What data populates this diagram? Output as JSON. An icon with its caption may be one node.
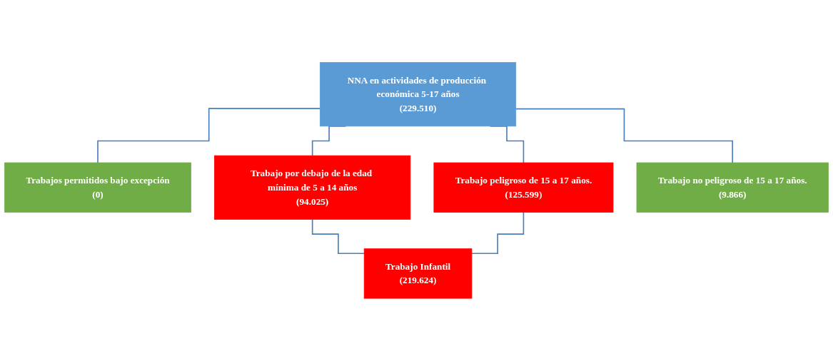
{
  "diagram": {
    "nodes": [
      {
        "text": [
          "NNA en actividades de producción económica 5-17 años",
          "(229.510)"
        ]
      },
      {
        "text": [
          "Trabajos permitidos bajo excepción",
          "(0)"
        ]
      },
      {
        "text": [
          "Trabajo por debajo de la edad mínima de 5 a 14 años",
          "(94.025)"
        ]
      },
      {
        "text": [
          "Trabajo peligroso de 15 a 17 años.",
          "(125.599)"
        ]
      },
      {
        "text": [
          "Trabajo no peligroso de 15 a 17 años.",
          "(9.866)"
        ]
      },
      {
        "text": [
          "Trabajo Infantil",
          "(219.624)"
        ]
      }
    ],
    "edges": [
      {
        "from": 0,
        "to": 1,
        "arrow": "none"
      },
      {
        "from": 0,
        "to": 2,
        "arrow": "none"
      },
      {
        "from": 0,
        "to": 3,
        "arrow": "none"
      },
      {
        "from": 0,
        "to": 4,
        "arrow": "none"
      },
      {
        "from": 2,
        "to": 5,
        "arrow": "none"
      },
      {
        "from": 3,
        "to": 5,
        "arrow": "none"
      }
    ]
  }
}
